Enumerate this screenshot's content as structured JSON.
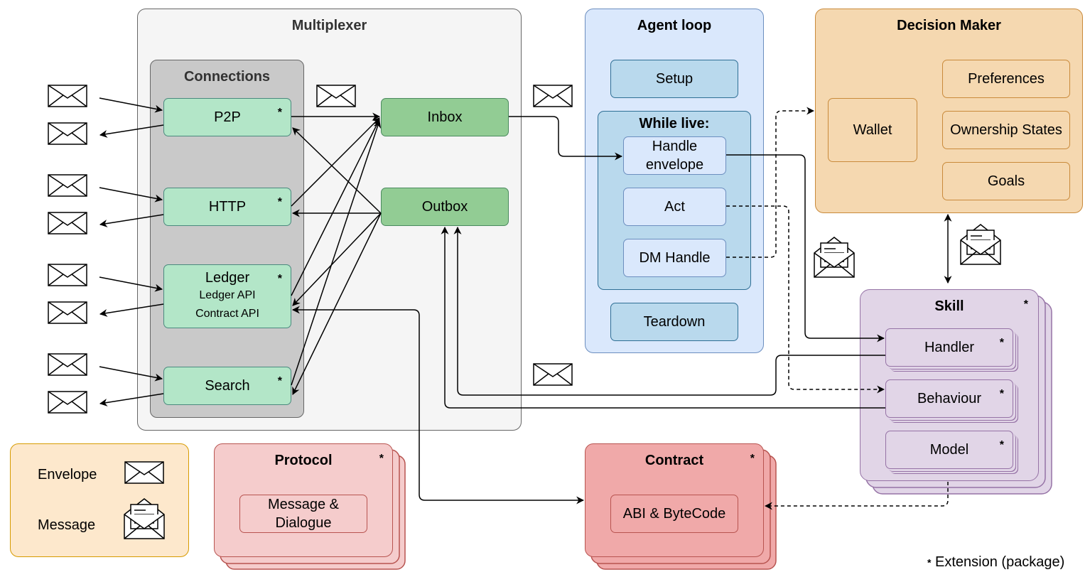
{
  "multiplexer": {
    "title": "Multiplexer",
    "connections": {
      "title": "Connections",
      "p2p": "P2P",
      "http": "HTTP",
      "ledger": "Ledger",
      "ledger_api": "Ledger API",
      "contract_api": "Contract API",
      "search": "Search"
    },
    "inbox": "Inbox",
    "outbox": "Outbox"
  },
  "agent_loop": {
    "title": "Agent loop",
    "setup": "Setup",
    "while_live": "While live:",
    "handle_envelope": "Handle envelope",
    "act": "Act",
    "dm_handle": "DM Handle",
    "teardown": "Teardown"
  },
  "decision_maker": {
    "title": "Decision Maker",
    "wallet": "Wallet",
    "preferences": "Preferences",
    "ownership_states": "Ownership States",
    "goals": "Goals"
  },
  "skill": {
    "title": "Skill",
    "handler": "Handler",
    "behaviour": "Behaviour",
    "model": "Model"
  },
  "protocol": {
    "title": "Protocol",
    "item": "Message & Dialogue"
  },
  "contract": {
    "title": "Contract",
    "item": "ABI & ByteCode"
  },
  "legend": {
    "envelope": "Envelope",
    "message": "Message"
  },
  "extension_marker": "*",
  "footnote": "Extension (package)",
  "colors": {
    "connection_fill": "#b3e6c8",
    "box_fill_green": "#92cc94",
    "agent_loop_fill": "#dae8fc",
    "decision_fill": "#f5d8b0",
    "skill_fill": "#e1d5e7",
    "protocol_fill": "#f5cccc",
    "contract_fill": "#f0a9a9"
  }
}
